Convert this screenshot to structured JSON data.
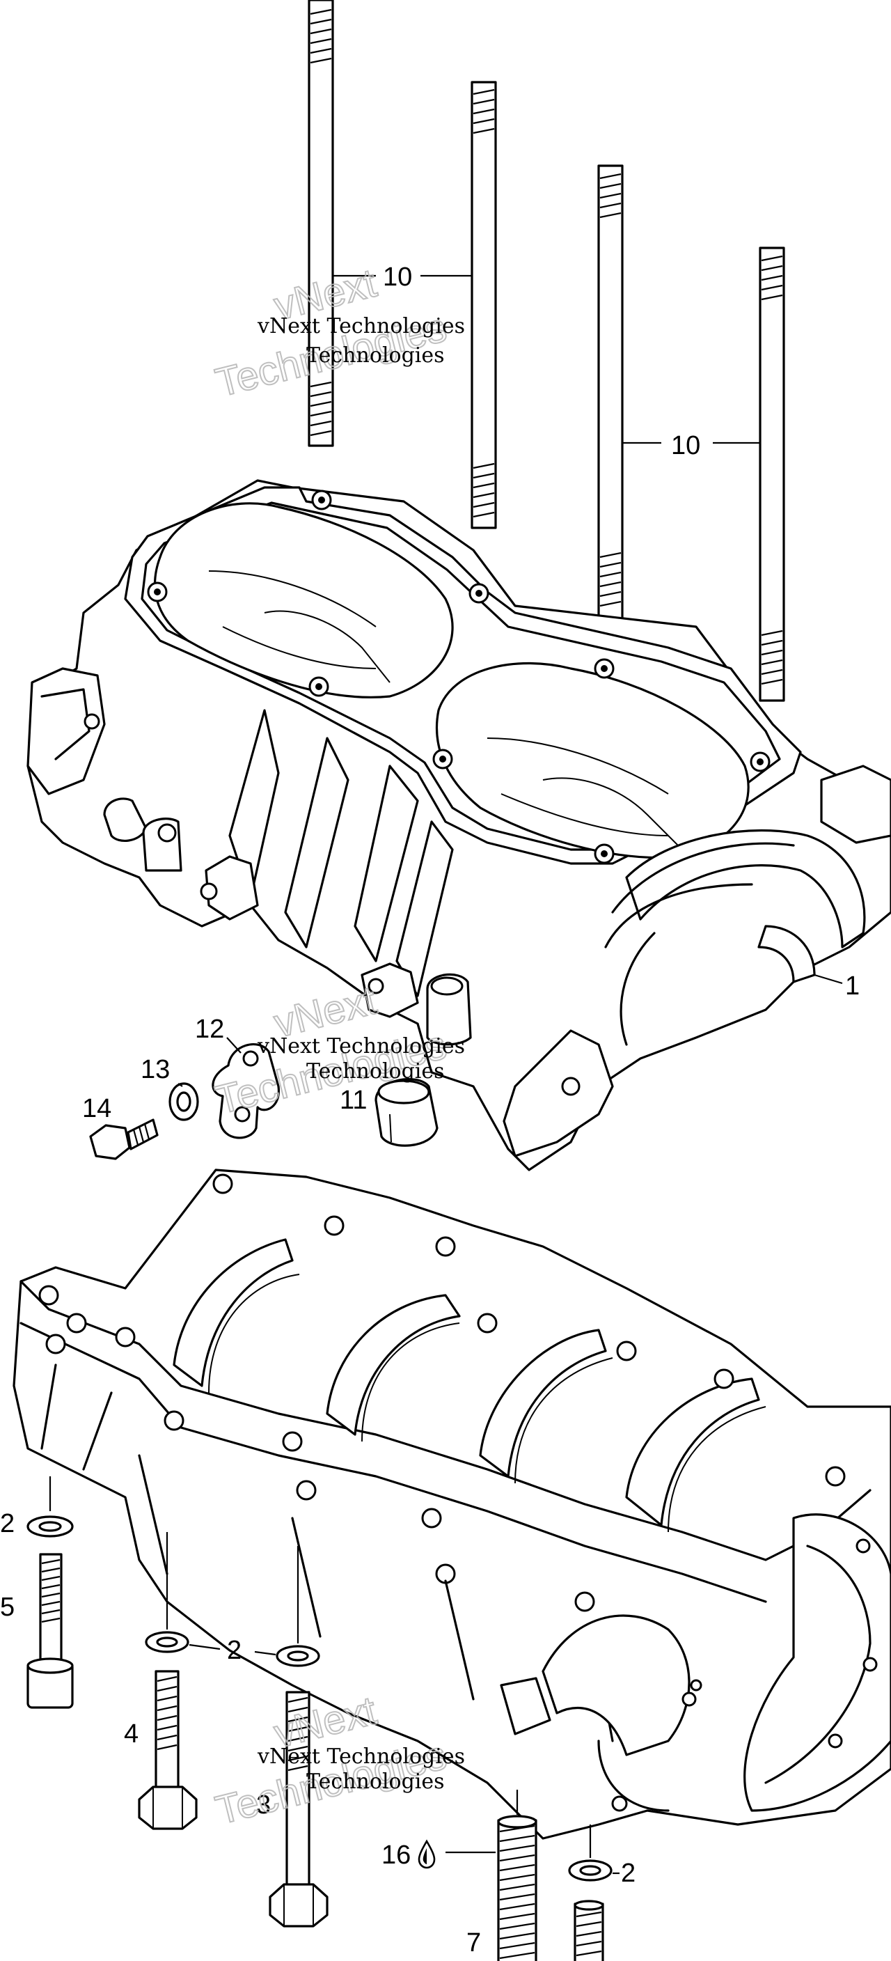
{
  "callouts": {
    "c1": "1",
    "c2a": "2",
    "c2b": "2",
    "c2c": "2",
    "c3": "3",
    "c4": "4",
    "c5": "5",
    "c7": "7",
    "c10a": "10",
    "c10b": "10",
    "c11": "11",
    "c12": "12",
    "c13": "13",
    "c14": "14",
    "c16": "16"
  },
  "watermark": {
    "line1": "vNext",
    "line2": "Technologies",
    "small": "vNext Technologies"
  },
  "icons": {
    "sealant": "drop-icon"
  }
}
